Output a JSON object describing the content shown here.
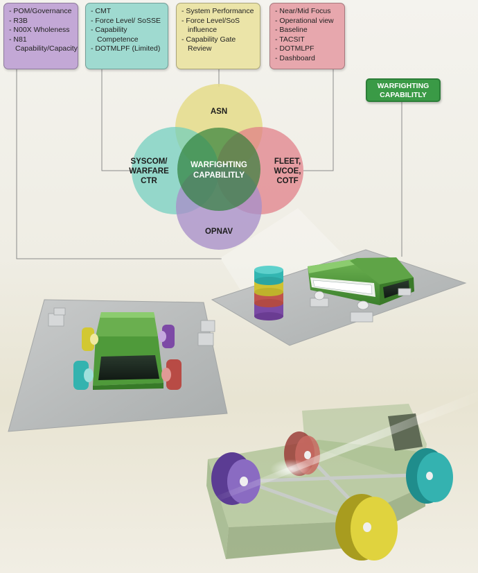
{
  "boxes": {
    "purple": [
      "POM/Governance",
      "R3B",
      "N00X Wholeness",
      "N81 Capability/Capacity"
    ],
    "teal": [
      "CMT",
      "Force Level/ SoSSE",
      "Capability Competence",
      "DOTMLPF (Limited)"
    ],
    "yellow": [
      "System Performance",
      "Force Level/SoS influence",
      "Capability Gate Review"
    ],
    "pink": [
      "Near/Mid Focus",
      "Operational view",
      "Baseline",
      "TACSIT",
      "DOTMLPF",
      "Dashboard"
    ]
  },
  "badge": {
    "line1": "WARFIGHTING",
    "line2": "CAPABILITLY"
  },
  "venn": {
    "asn": "ASN",
    "syscom": [
      "SYSCOM/",
      "WARFARE",
      "CTR"
    ],
    "fleet": [
      "FLEET,",
      "WCOE,",
      "COTF"
    ],
    "opnav": "OPNAV",
    "center": [
      "WARFIGHTING",
      "CAPABILITLY"
    ]
  },
  "colors": {
    "purple": "#a88fc9",
    "teal": "#6ccdbe",
    "yellow": "#e5dc8a",
    "pink": "#e08088",
    "green": "#3d9a44",
    "center": "#2c7d36"
  }
}
